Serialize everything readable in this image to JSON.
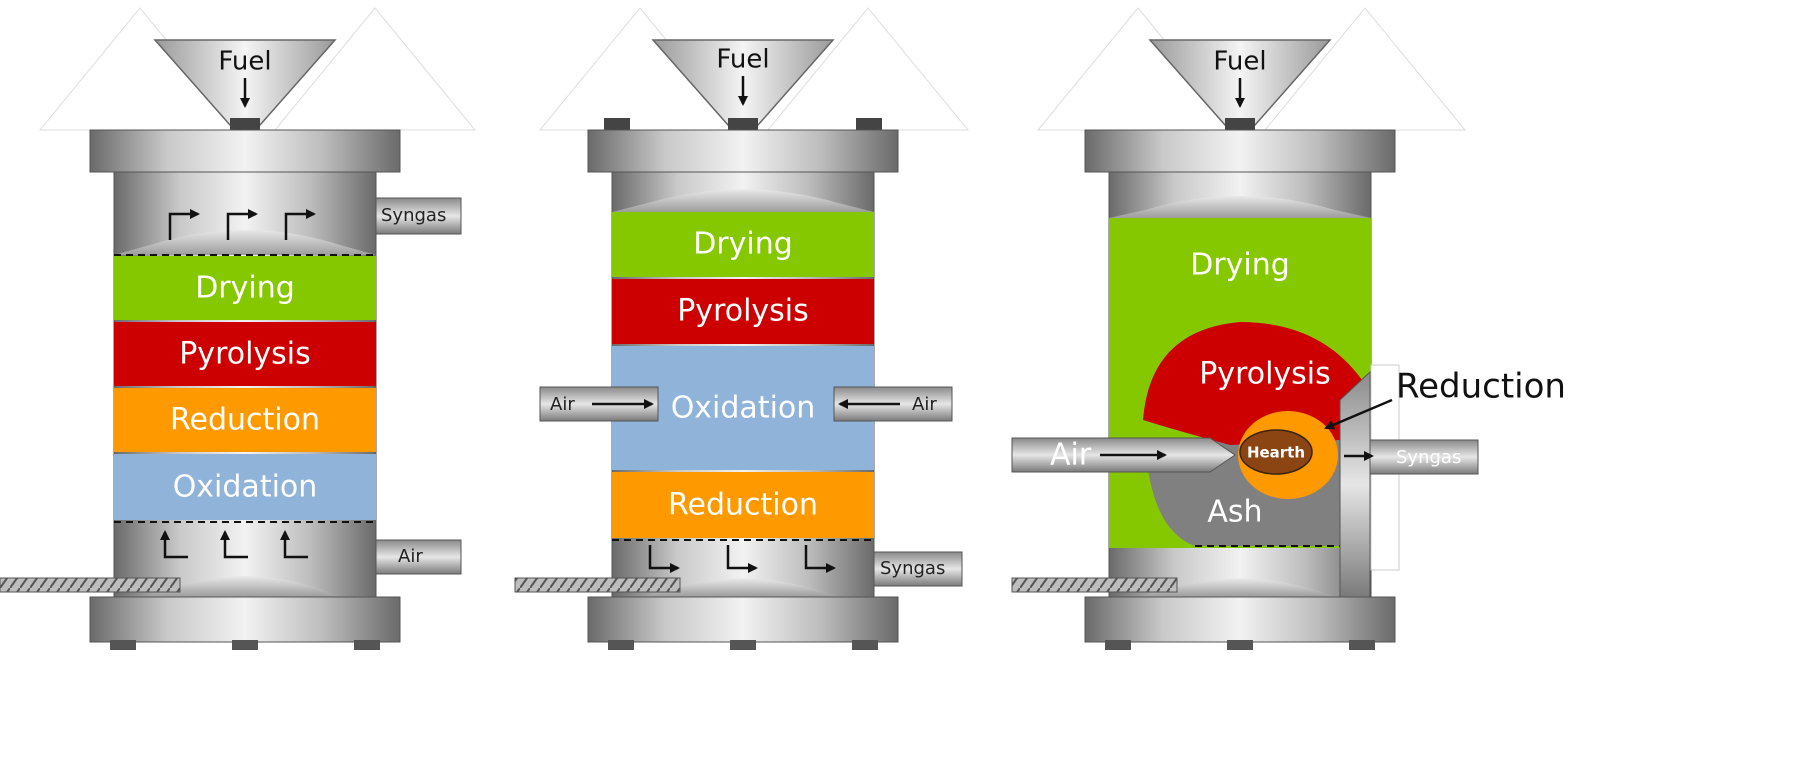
{
  "reactors": [
    {
      "type": "updraft",
      "fuel_label": "Fuel",
      "zones": [
        {
          "label": "Drying",
          "color": "#86c800"
        },
        {
          "label": "Pyrolysis",
          "color": "#cc0000"
        },
        {
          "label": "Reduction",
          "color": "#ff9900"
        },
        {
          "label": "Oxidation",
          "color": "#8fb3d9"
        }
      ],
      "outlet_label": "Syngas",
      "inlet_label": "Air"
    },
    {
      "type": "downdraft",
      "fuel_label": "Fuel",
      "zones": [
        {
          "label": "Drying",
          "color": "#86c800"
        },
        {
          "label": "Pyrolysis",
          "color": "#cc0000"
        },
        {
          "label": "Oxidation",
          "color": "#8fb3d9"
        },
        {
          "label": "Reduction",
          "color": "#ff9900"
        }
      ],
      "inlet_left_label": "Air",
      "inlet_right_label": "Air",
      "outlet_label": "Syngas"
    },
    {
      "type": "crossdraft",
      "fuel_label": "Fuel",
      "drying_label": "Drying",
      "pyrolysis_label": "Pyrolysis",
      "hearth_label": "Hearth",
      "ash_label": "Ash",
      "reduction_callout": "Reduction",
      "inlet_label": "Air",
      "outlet_label": "Syngas",
      "colors": {
        "drying": "#86c800",
        "pyrolysis": "#cc0000",
        "reduction": "#ff9900",
        "hearth": "#8b4513",
        "ash": "#808080"
      }
    }
  ]
}
